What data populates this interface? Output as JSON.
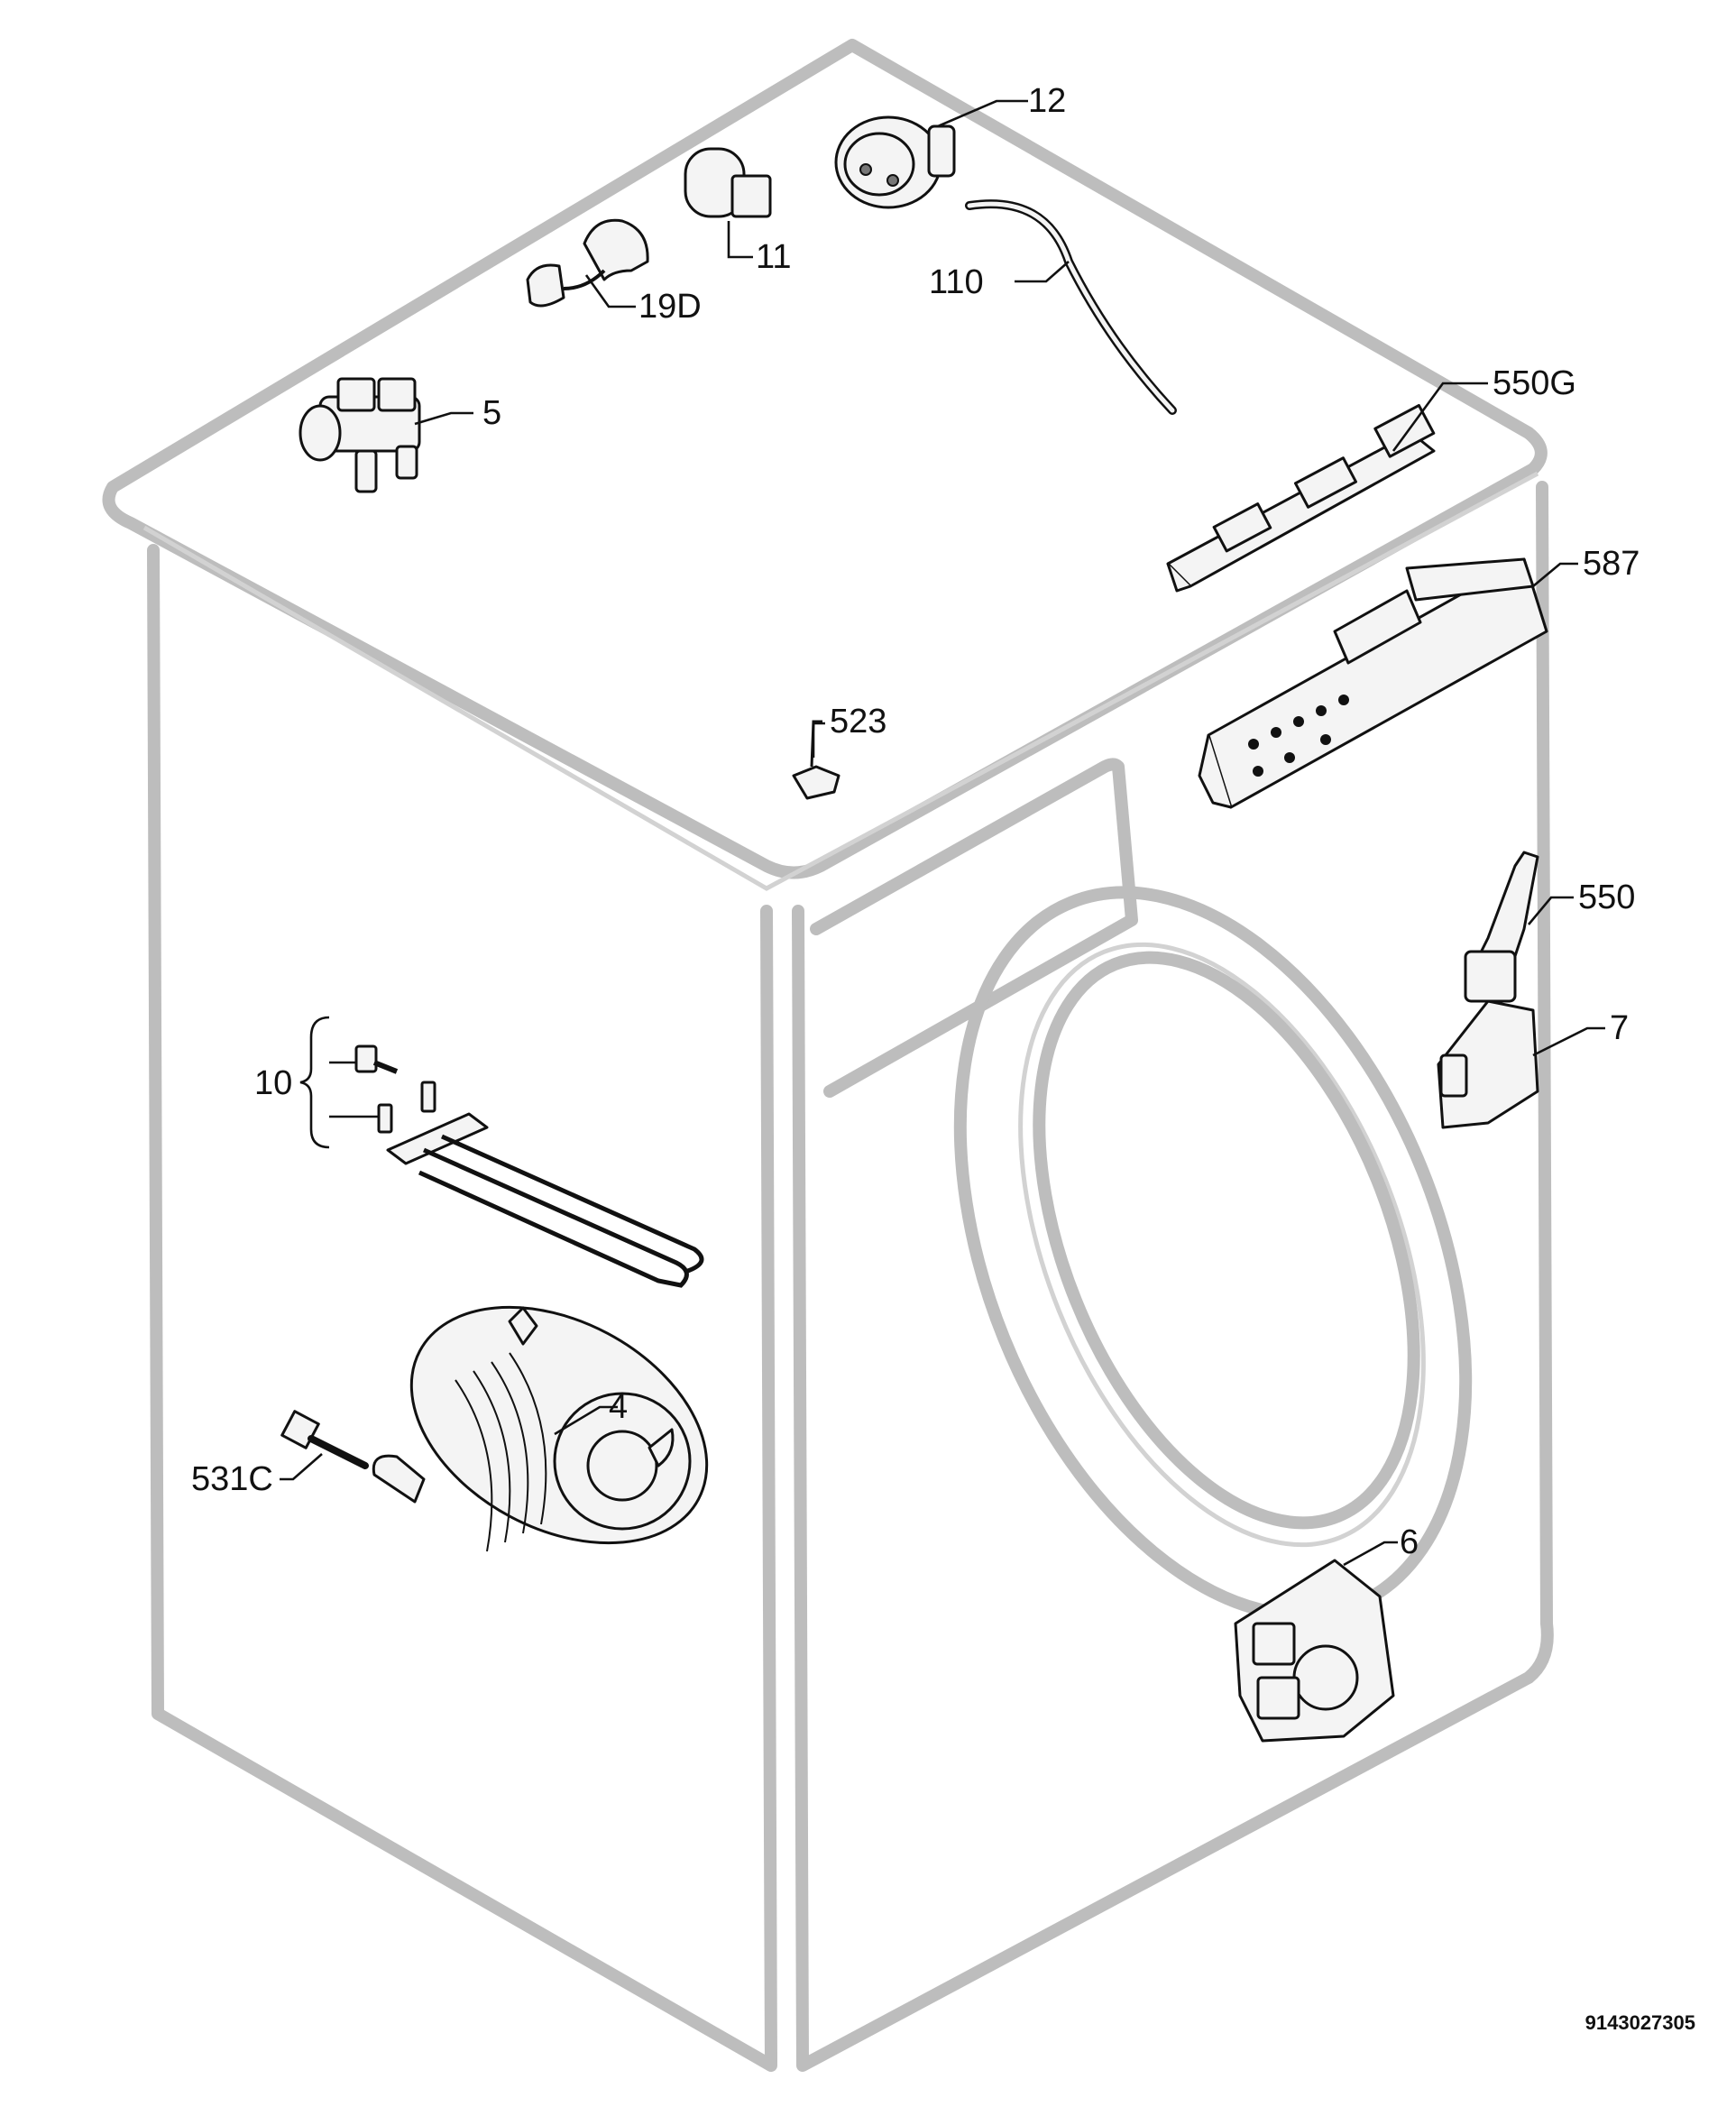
{
  "document_id": "9143027305",
  "callouts": {
    "c12": "12",
    "c11": "11",
    "c19d": "19D",
    "c110": "110",
    "c5": "5",
    "c550g": "550G",
    "c587": "587",
    "c523": "523",
    "c550": "550",
    "c7": "7",
    "c10": "10",
    "c4": "4",
    "c531c": "531C",
    "c6": "6"
  }
}
